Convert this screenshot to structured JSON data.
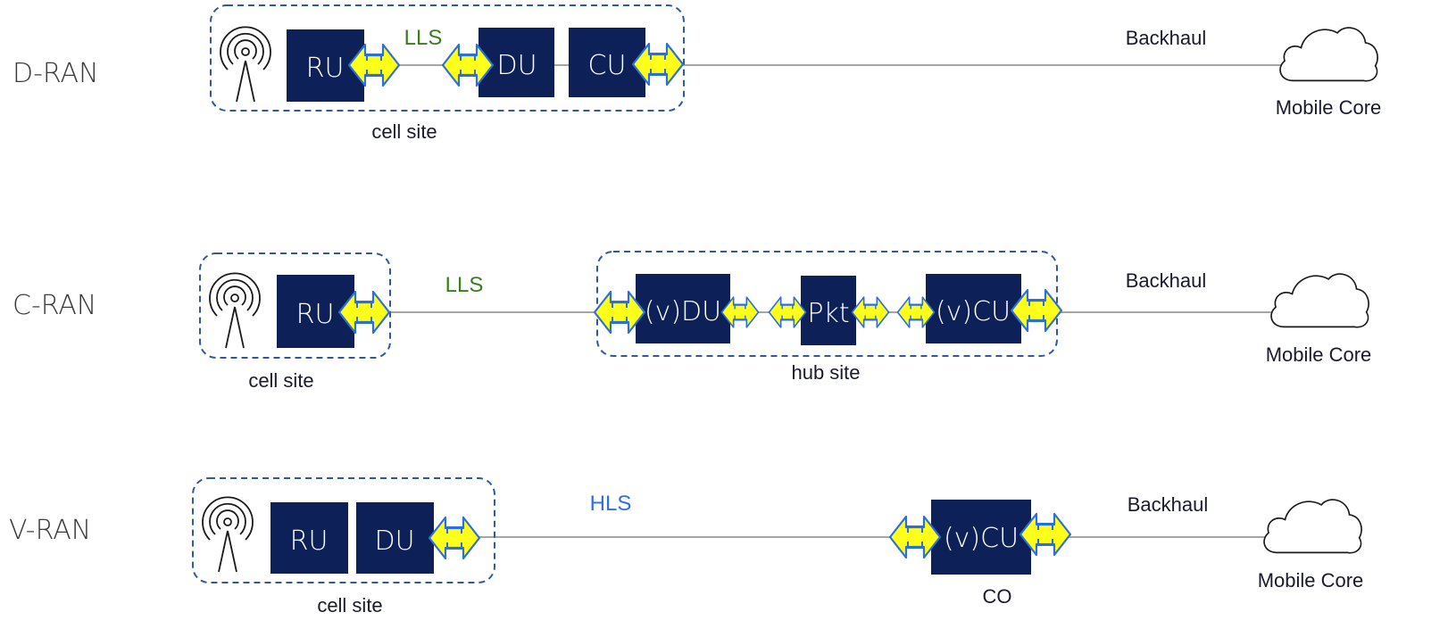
{
  "colors": {
    "network_function": "#0d2158",
    "interface_fill": "#ffff1a",
    "interface_stroke": "#2a6fe0",
    "site_border": "#2e5a9c",
    "link": "#a6a6a6",
    "lls_text": "#3a7d1e",
    "hls_text": "#2f6fe0"
  },
  "icons": {
    "antenna": "radio-tower-icon",
    "core": "cloud-icon",
    "interface": "double-arrow-icon"
  },
  "rows": {
    "dran": {
      "label": "D-RAN",
      "ru": "RU",
      "du": "DU",
      "cu": "CU",
      "split": "LLS",
      "site": "cell site",
      "backhaul": "Backhaul",
      "core": "Mobile Core"
    },
    "cran": {
      "label": "C-RAN",
      "ru": "RU",
      "split": "LLS",
      "vdu": "(v)DU",
      "pkt": "Pkt",
      "vcu": "(v)CU",
      "cell_site": "cell site",
      "hub_site": "hub site",
      "backhaul": "Backhaul",
      "core": "Mobile Core"
    },
    "vran": {
      "label": "V-RAN",
      "ru": "RU",
      "du": "DU",
      "split": "HLS",
      "vcu": "(v)CU",
      "cell_site": "cell site",
      "co": "CO",
      "backhaul": "Backhaul",
      "core": "Mobile Core"
    }
  }
}
